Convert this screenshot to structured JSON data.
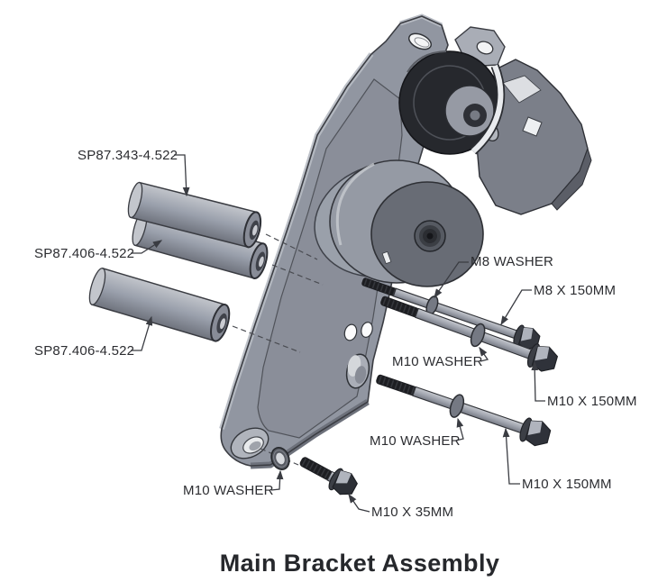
{
  "figure": {
    "title": "Main Bracket Assembly",
    "type": "exploded-assembly-diagram"
  },
  "callouts": [
    {
      "id": "spacer-343",
      "text": "SP87.343-4.522"
    },
    {
      "id": "spacer-406-upper",
      "text": "SP87.406-4.522"
    },
    {
      "id": "spacer-406-lower",
      "text": "SP87.406-4.522"
    },
    {
      "id": "m8-washer",
      "text": "M8 WASHER"
    },
    {
      "id": "m8-bolt",
      "text": "M8 X 150MM"
    },
    {
      "id": "m10-washer-mid",
      "text": "M10 WASHER"
    },
    {
      "id": "m10-bolt-upper",
      "text": "M10 X 150MM"
    },
    {
      "id": "m10-washer-lower",
      "text": "M10 WASHER"
    },
    {
      "id": "m10-bolt-lower",
      "text": "M10 X 150MM"
    },
    {
      "id": "m10-washer-bottom",
      "text": "M10 WASHER"
    },
    {
      "id": "m10-bolt-short",
      "text": "M10 X 35MM"
    }
  ],
  "colors": {
    "background": "#ffffff",
    "plate_gray": "#9196a1",
    "plate_light": "#b7bbc3",
    "plate_dark": "#6d717b",
    "pocket_gray": "#8a8e99",
    "pulley_black": "#26282d",
    "metal_light": "#aaaeb8",
    "thread_black": "#1d1e22",
    "line_dark": "#3a3c42",
    "label_text": "#2c2d31",
    "title_text": "#26282c"
  }
}
